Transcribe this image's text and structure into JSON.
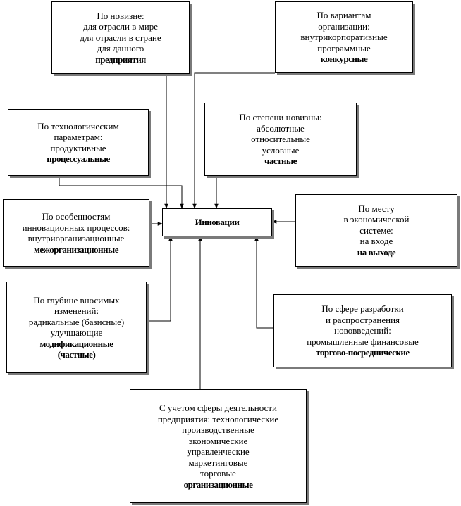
{
  "center": {
    "label": "Инновации"
  },
  "boxes": {
    "novelty": {
      "lines": [
        "По новизне:",
        "для отрасли в мире",
        "для отрасли в стране",
        "для данного"
      ],
      "bold": "предприятия"
    },
    "variants": {
      "lines": [
        "По вариантам",
        "организации:",
        "внутрикорпоративные",
        "программные"
      ],
      "bold": "конкурсные"
    },
    "tech": {
      "lines": [
        "По технологическим",
        "параметрам:",
        "продуктивные"
      ],
      "bold": "процессуальные"
    },
    "degree": {
      "lines": [
        "По степени новизны:",
        "абсолютные",
        "относительные",
        "условные"
      ],
      "bold": "частные"
    },
    "features": {
      "lines": [
        "По особенностям",
        "инновационных процессов:",
        "внутриорганизационные"
      ],
      "bold": "межорганизационные"
    },
    "place": {
      "lines": [
        "По месту",
        "в экономической",
        "системе:",
        "на входе"
      ],
      "bold": "на выходе"
    },
    "depth": {
      "lines": [
        "По глубине  вносимых",
        "изменений:",
        "радикальные (базисные)",
        "улучшающие"
      ],
      "bold": [
        "модификационные",
        "(частные)"
      ]
    },
    "sphere": {
      "lines": [
        "По сфере разработки",
        "и распространения",
        "нововведений:",
        "промышленные  финансовые"
      ],
      "bold": "торгово-посреднические"
    },
    "activity": {
      "lines": [
        "С учетом сферы деятельности",
        "предприятия: технологические",
        "производственные",
        "экономические",
        "управленческие",
        "маркетинговые",
        "торговые"
      ],
      "bold": "организационные"
    }
  }
}
